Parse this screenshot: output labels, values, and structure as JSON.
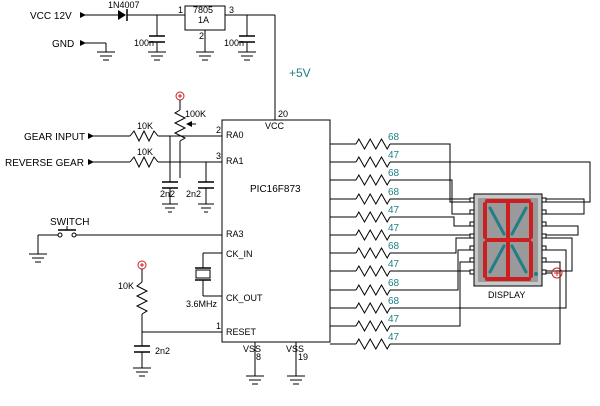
{
  "power": {
    "vcc": "VCC 12V",
    "gnd": "GND",
    "diode": "1N4007",
    "regulator": "7805",
    "regulator_current": "1A",
    "reg_pins": [
      "1",
      "2",
      "3"
    ],
    "cap1": "100n",
    "cap2": "100n",
    "rail": "+5V"
  },
  "inputs": {
    "gear": "GEAR INPUT",
    "reverse": "REVERSE GEAR",
    "r1": "10K",
    "r2": "10K",
    "pot": "100K",
    "c1": "2n2",
    "c2": "2n2",
    "switch": "SWITCH"
  },
  "mcu": {
    "name": "PIC16F873",
    "pins": {
      "vcc": "VCC",
      "vcc_num": "20",
      "ra0": "RA0",
      "ra0_num": "2",
      "ra1": "RA1",
      "ra1_num": "3",
      "ra3": "RA3",
      "ckin": "CK_IN",
      "ckout": "CK_OUT",
      "reset": "RESET",
      "reset_num": "1",
      "vss1": "VSS",
      "vss1_num": "8",
      "vss2": "VSS",
      "vss2_num": "19"
    }
  },
  "clock": {
    "crystal": "3.6MHz"
  },
  "reset": {
    "r": "10K",
    "c": "2n2"
  },
  "segment_resistors": [
    "68",
    "47",
    "68",
    "68",
    "47",
    "47",
    "68",
    "47",
    "68",
    "68",
    "47",
    "47"
  ],
  "display": {
    "label": "DISPLAY"
  },
  "colors": {
    "wire": "#000000",
    "accent": "#1f7f86",
    "segment": "#cc1f1f",
    "supply_marker": "#cc1f1f"
  }
}
